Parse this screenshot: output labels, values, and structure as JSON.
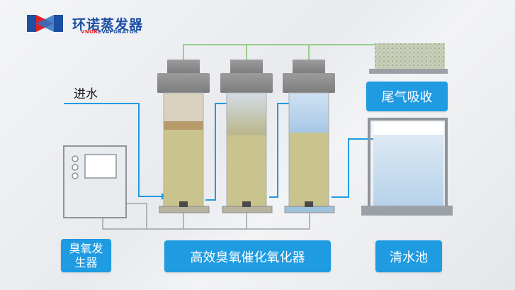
{
  "brand": {
    "name_cn": "环诺蒸发器",
    "name_en_prefix": "VNOR",
    "name_en_suffix": "EVAPORATOR",
    "colors": {
      "blue": "#1d4fa3",
      "red": "#e21f26"
    }
  },
  "labels": {
    "water_inlet": "进水",
    "tail_gas": "尾气吸收",
    "clean_water": "清水池",
    "ozone_generator_line1": "臭氧发",
    "ozone_generator_line2": "生器",
    "catalytic_oxidizer": "高效臭氧催化氧化器"
  },
  "colors": {
    "label_bg": "#1f9be2",
    "water_pipe": "#1f9be2",
    "gas_pipe": "#7cc36a",
    "filter_media": "#c9c48d"
  }
}
